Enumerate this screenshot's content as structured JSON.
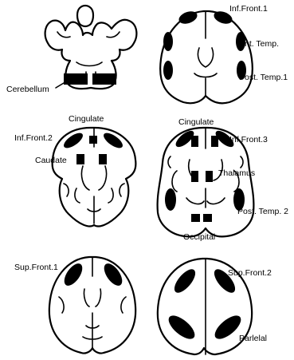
{
  "figure": {
    "labels": {
      "cerebellum": "Cerebellum",
      "inf_front_1": "Inf.Front.1",
      "ant_temp": "Ant. Temp.",
      "post_temp_1": "Post. Temp.1",
      "cingulate_left": "Cingulate",
      "inf_front_2": "Inf.Front.2",
      "caudate": "Caudate",
      "cingulate_right": "Cingulate",
      "inf_front_3": "Inf.Front.3",
      "thalamus": "Thalamus",
      "post_temp_2": "Post. Temp. 2",
      "occipital": "Occipital",
      "sup_front_1": "Sup.Front.1",
      "sup_front_2": "Sup.Front.2",
      "parietal": "Parlelal"
    }
  }
}
